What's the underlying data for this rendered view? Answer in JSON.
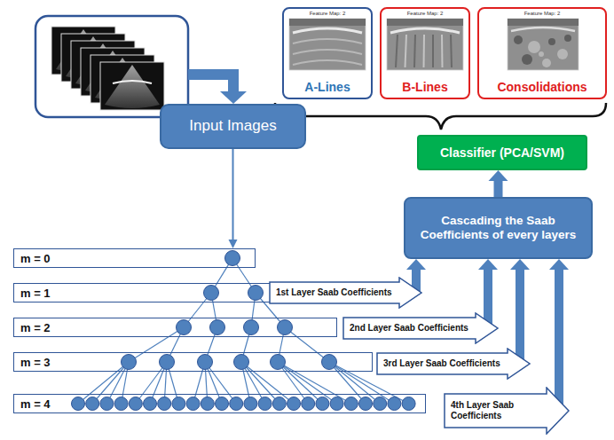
{
  "diagram": {
    "nodes": [
      {
        "text": [
          "Feature Map: 2",
          "A-Lines"
        ]
      },
      {
        "text": [
          "Feature Map: 2",
          "B-Lines"
        ]
      },
      {
        "text": [
          "Feature Map: 2",
          "Consolidations"
        ]
      },
      {
        "text": [
          "Classifier (PCA/SVM)"
        ]
      },
      {
        "text": [
          "Input Images"
        ]
      },
      {
        "text": [
          "Cascading the Saab Coefficients of every layers"
        ]
      },
      {
        "text": [
          "m = 0"
        ]
      },
      {
        "text": [
          "m = 1"
        ]
      },
      {
        "text": [
          "1st Layer Saab Coefficients"
        ]
      },
      {
        "text": [
          "m = 2"
        ]
      },
      {
        "text": [
          "2nd Layer Saab Coefficients"
        ]
      },
      {
        "text": [
          "m = 3"
        ]
      },
      {
        "text": [
          "3rd Layer Saab Coefficients"
        ]
      },
      {
        "text": [
          "m = 4"
        ]
      },
      {
        "text": [
          "4th Layer Saab Coefficients"
        ]
      }
    ],
    "edges": [
      {
        "from": 4,
        "to": 6,
        "arrow": "to"
      },
      {
        "from": 8,
        "to": 5,
        "arrow": "to"
      },
      {
        "from": 10,
        "to": 5,
        "arrow": "to"
      },
      {
        "from": 12,
        "to": 5,
        "arrow": "to"
      },
      {
        "from": 14,
        "to": 5,
        "arrow": "to"
      },
      {
        "from": 5,
        "to": 3,
        "arrow": "to"
      }
    ]
  }
}
